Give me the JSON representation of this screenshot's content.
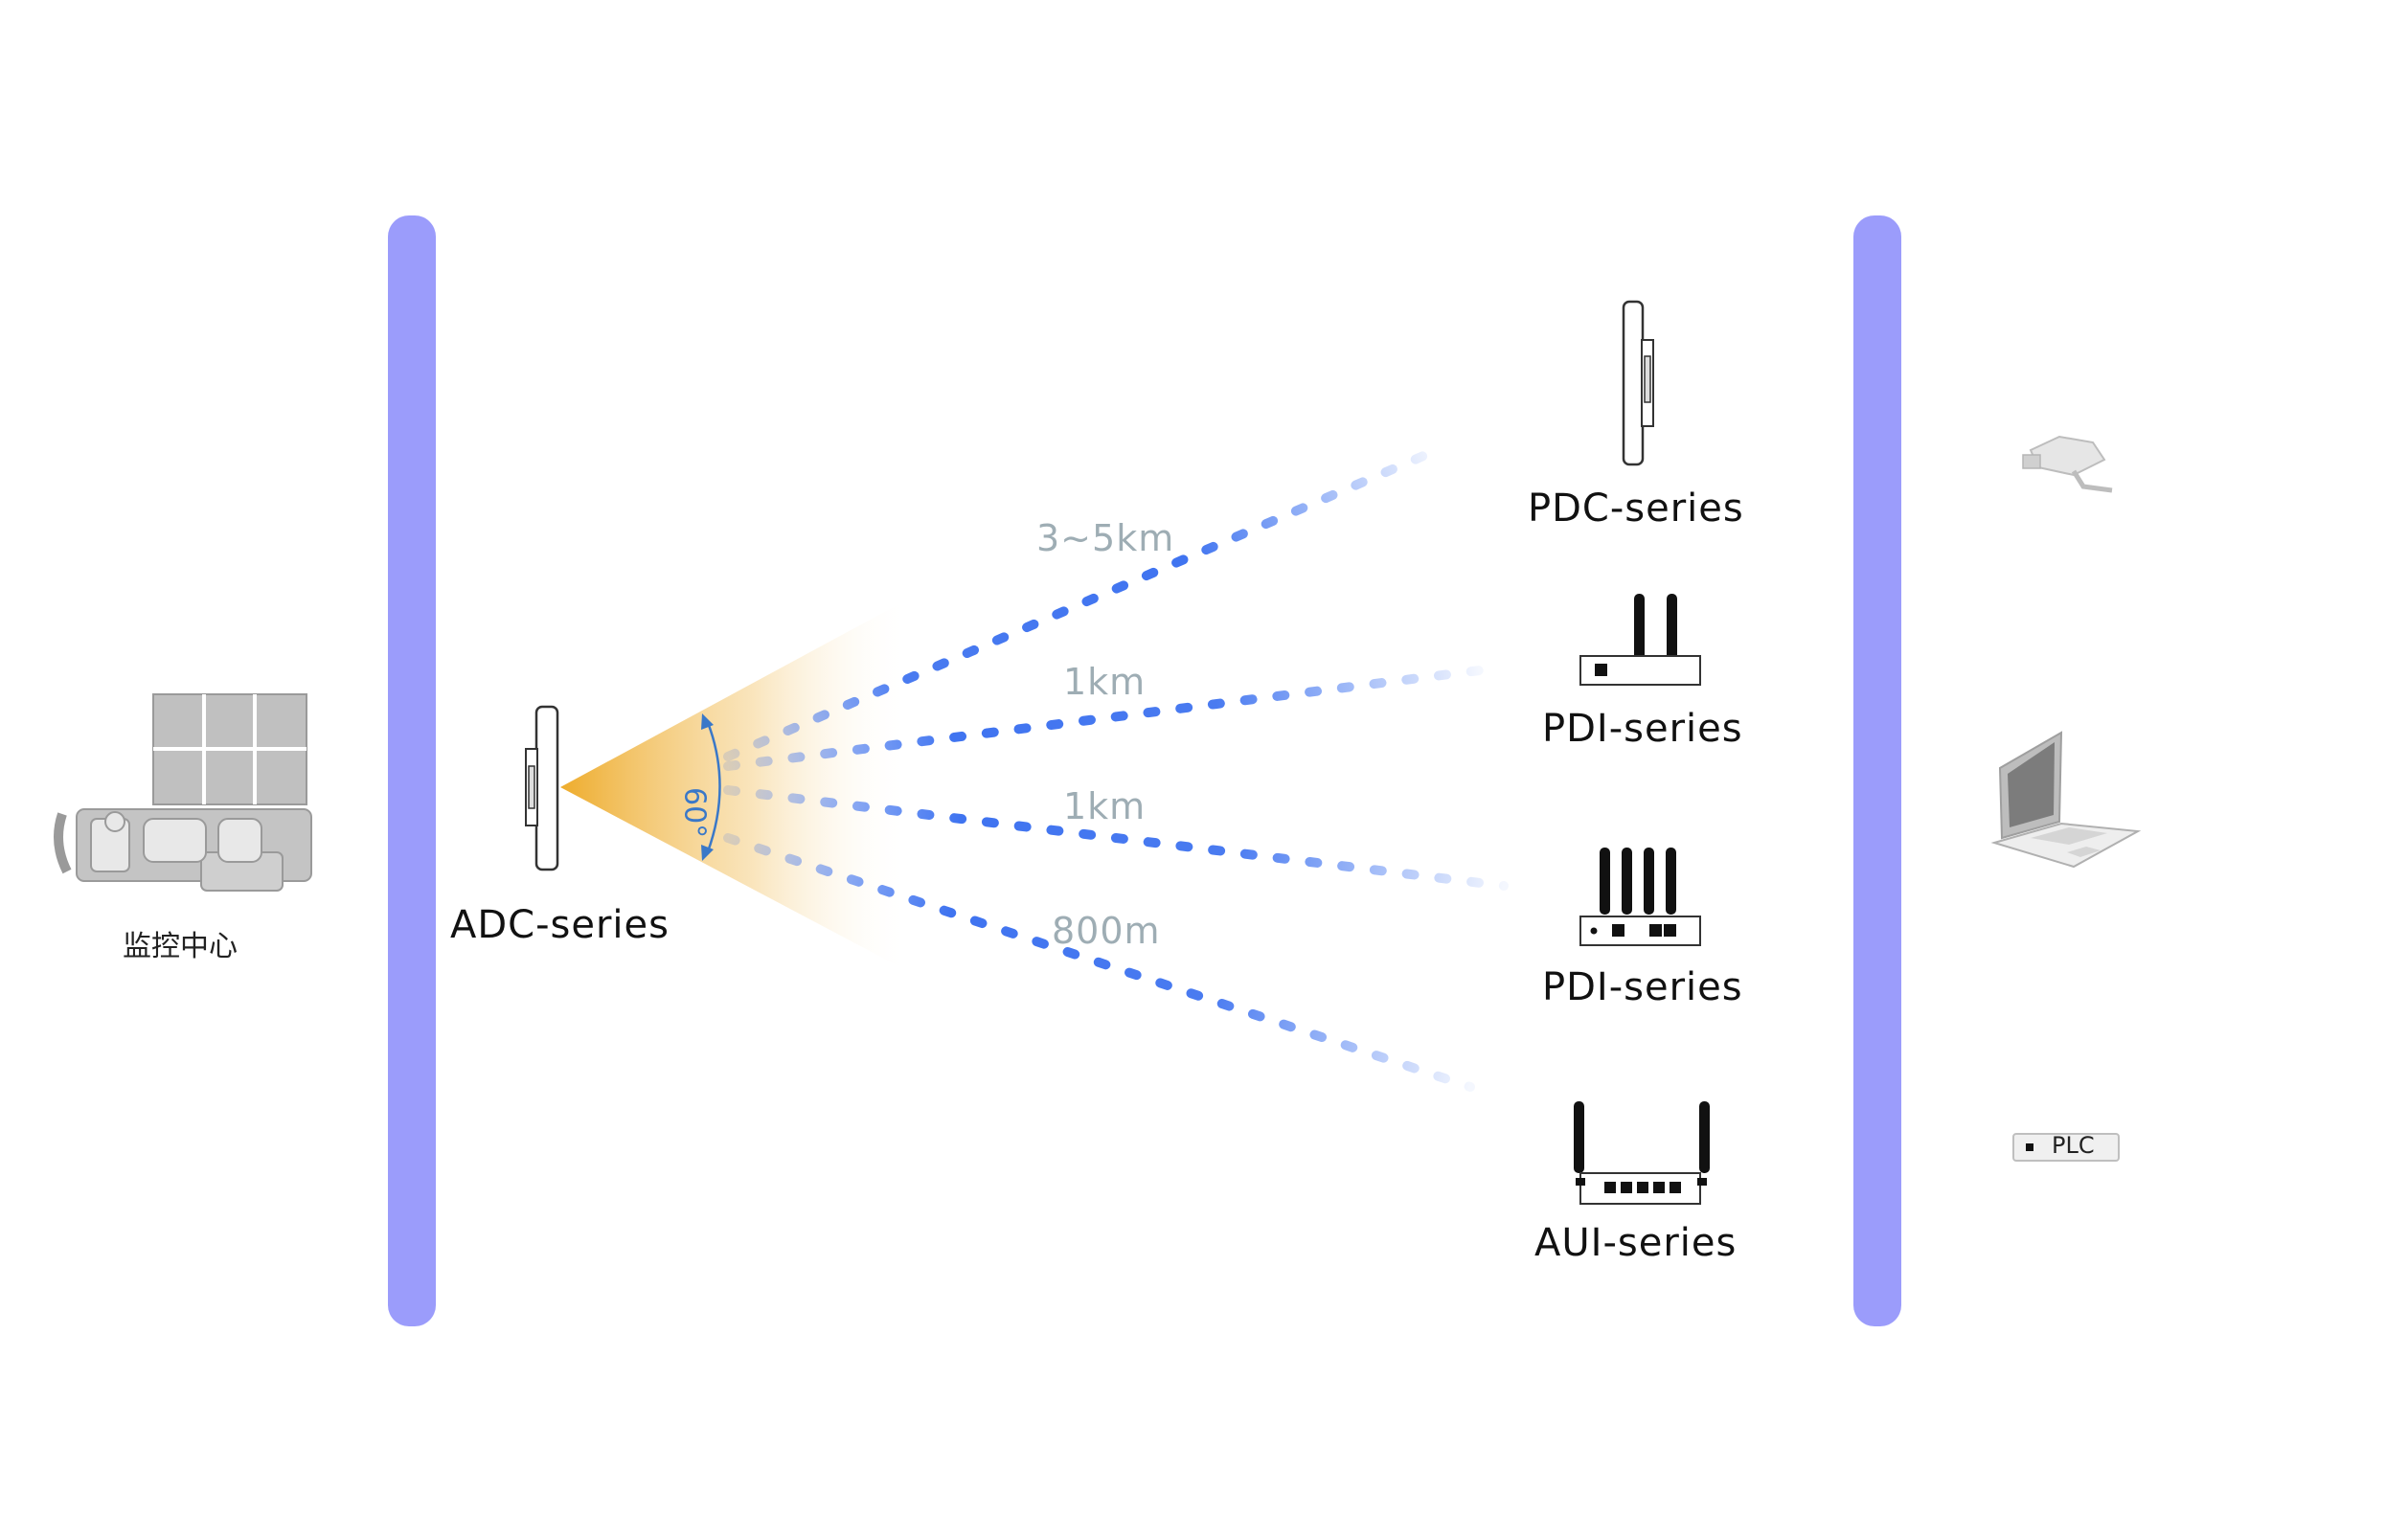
{
  "colors": {
    "bar": "#9b9cfb",
    "beam": "#eeac2c",
    "link": "#2a64ee",
    "angle": "#3a78c8",
    "label_gray": "#9eadb4",
    "device_gray": "#b8b8b8"
  },
  "control_center": {
    "label": "监控中心",
    "icon": "control-console-icon"
  },
  "base_station": {
    "label": "ADC-series",
    "angle_label": "60°"
  },
  "links": [
    {
      "distance": "3~5km",
      "target": "PDC-series",
      "icon": "panel-antenna-icon"
    },
    {
      "distance": "1km",
      "target": "PDI-series",
      "icon": "dual-antenna-router-icon"
    },
    {
      "distance": "1km",
      "target": "PDI-series",
      "icon": "quad-antenna-router-icon"
    },
    {
      "distance": "800m",
      "target": "AUI-series",
      "icon": "outdoor-router-icon"
    }
  ],
  "endpoints": [
    {
      "name": "camera",
      "icon": "camera-icon"
    },
    {
      "name": "laptop",
      "icon": "laptop-icon"
    },
    {
      "name": "plc",
      "label": "PLC",
      "icon": "plc-module-icon"
    }
  ]
}
